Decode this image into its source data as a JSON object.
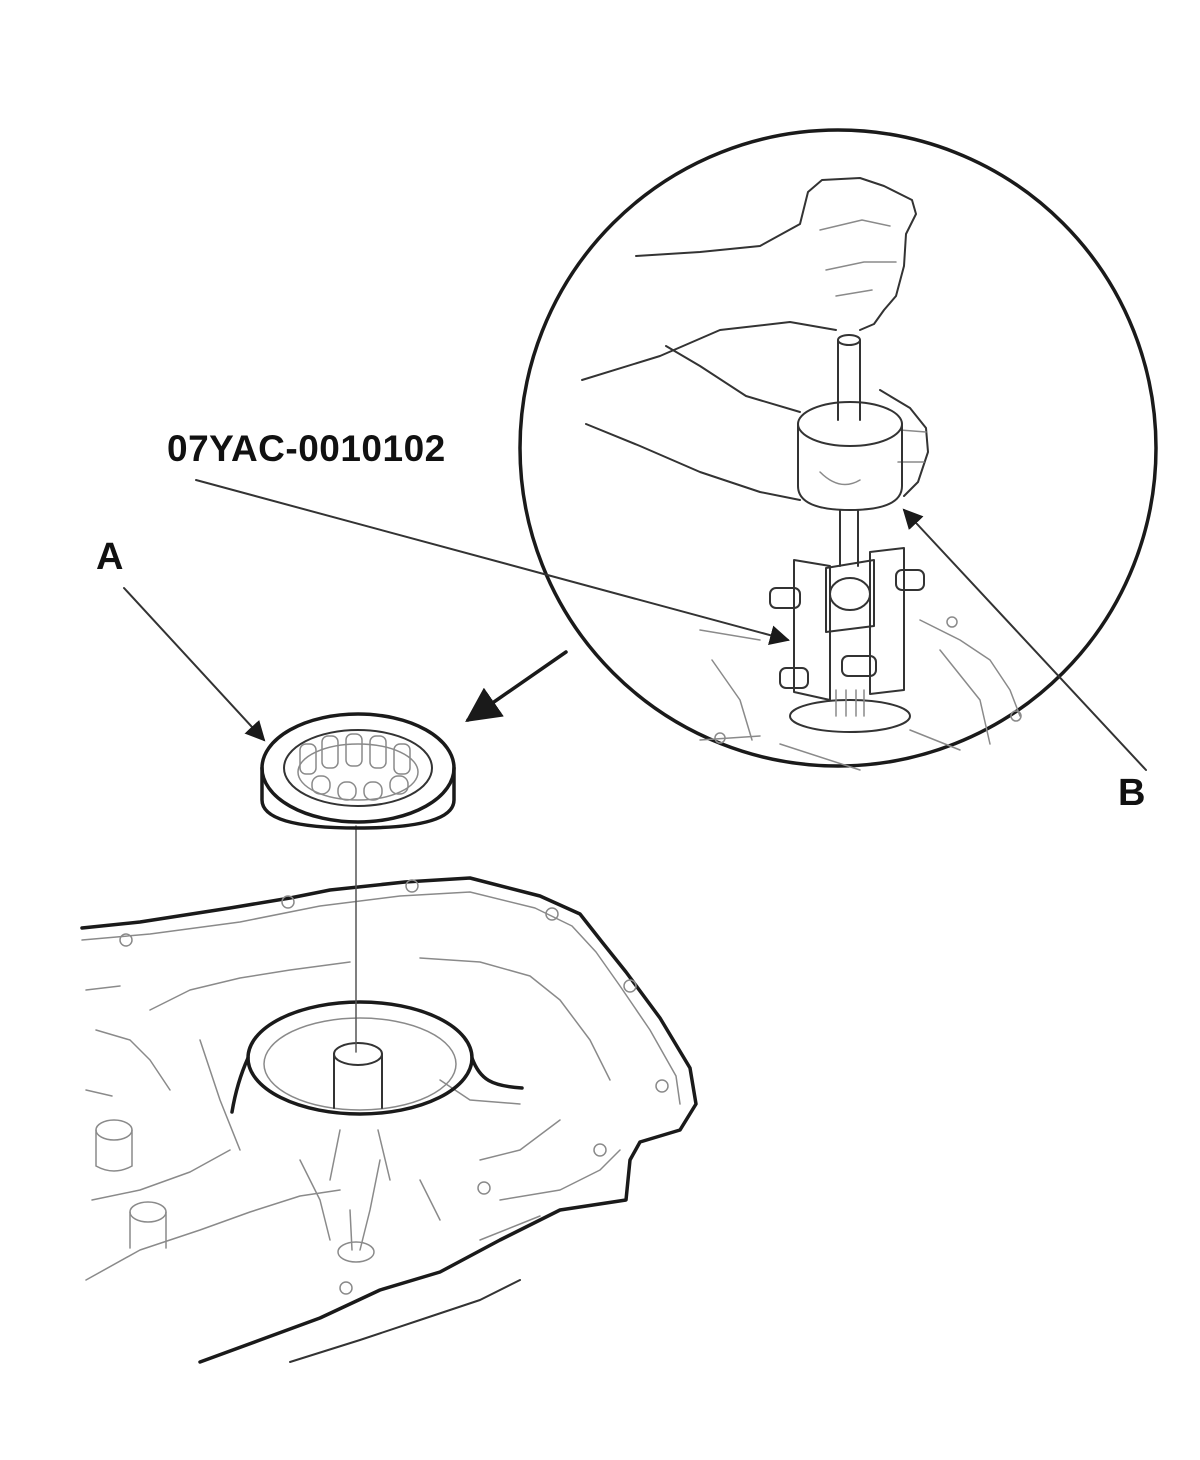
{
  "callouts": {
    "tool_part_number": "07YAC-0010102",
    "label_a": "A",
    "label_b": "B"
  },
  "colors": {
    "line": "#1a1a1a",
    "detail": "#8a8a8a",
    "background": "#ffffff"
  }
}
